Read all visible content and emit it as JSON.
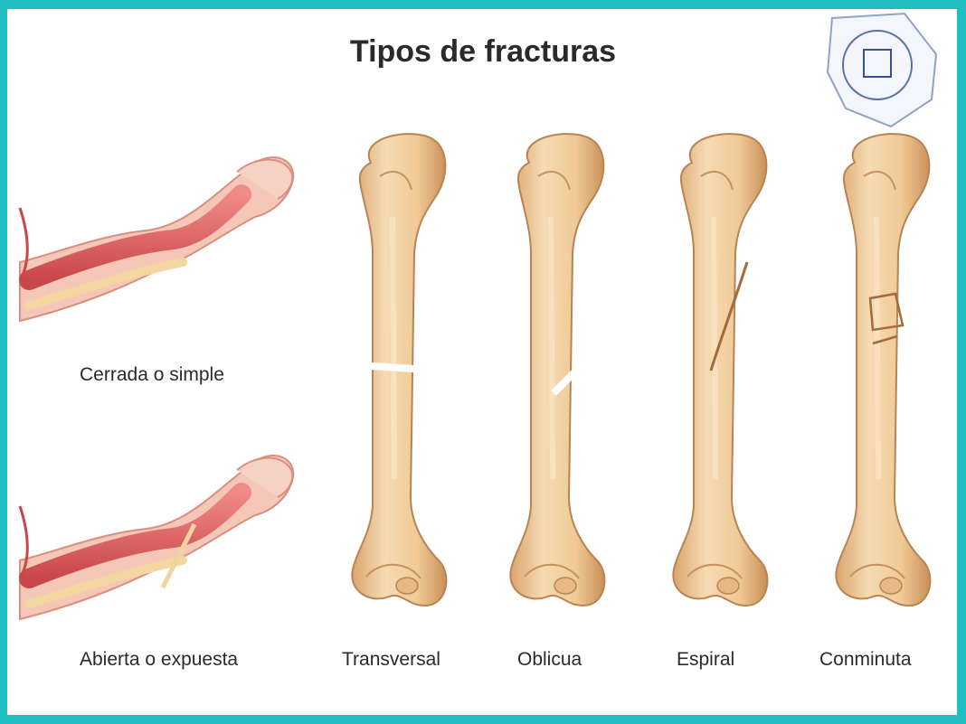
{
  "title": "Tipos de fracturas",
  "labels": {
    "closed": "Cerrada o simple",
    "open": "Abierta o expuesta",
    "transverse": "Transversal",
    "oblique": "Oblicua",
    "spiral": "Espiral",
    "comminuted": "Conminuta"
  },
  "colors": {
    "frame": "#1fbcc0",
    "bone": "#f2cfa0",
    "bone_shadow": "#d9a56e",
    "muscle": "#e56a6a",
    "skin": "#f4c0b0"
  },
  "logo": "seal-icon"
}
